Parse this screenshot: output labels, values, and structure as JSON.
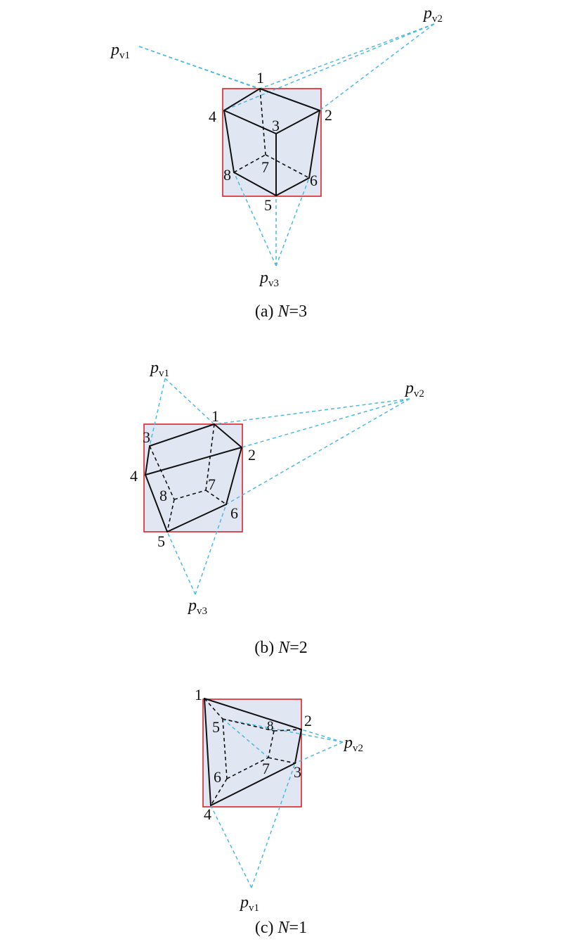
{
  "panels": [
    {
      "caption_prefix": "(a) ",
      "caption_var": "N",
      "caption_suffix": "=3",
      "vertices": [
        "1",
        "2",
        "3",
        "4",
        "5",
        "6",
        "7",
        "8"
      ],
      "vp_base": "p",
      "vp_subs": [
        "v1",
        "v2",
        "v3"
      ]
    },
    {
      "caption_prefix": "(b) ",
      "caption_var": "N",
      "caption_suffix": "=2",
      "vertices": [
        "1",
        "2",
        "3",
        "4",
        "5",
        "6",
        "7",
        "8"
      ],
      "vp_base": "p",
      "vp_subs": [
        "v1",
        "v2",
        "v3"
      ]
    },
    {
      "caption_prefix": "(c) ",
      "caption_var": "N",
      "caption_suffix": "=1",
      "vertices": [
        "1",
        "2",
        "3",
        "4",
        "5",
        "6",
        "7",
        "8"
      ],
      "vp_base": "p",
      "vp_subs": [
        "v1",
        "v2"
      ]
    }
  ],
  "colors": {
    "box_fill": "#e1e6f3",
    "box_stroke": "#d8232a",
    "edge": "#111111",
    "vanishing_lines": "#4fb9dc"
  }
}
